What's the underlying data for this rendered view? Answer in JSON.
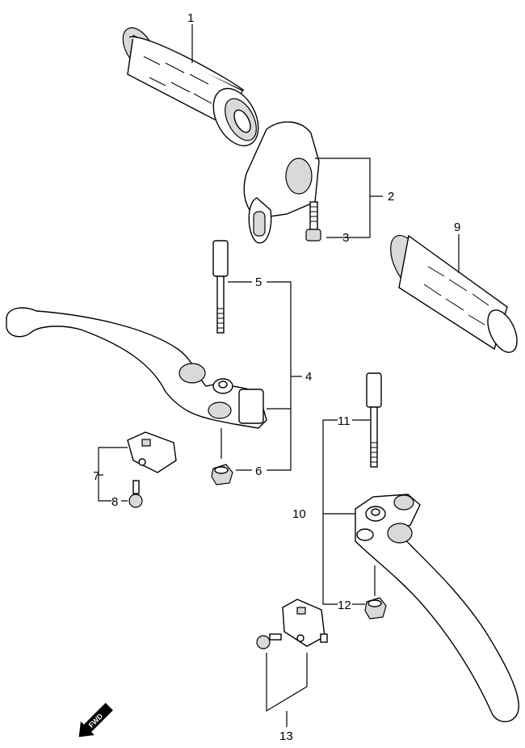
{
  "callouts": {
    "c1": "1",
    "c2": "2",
    "c3": "3",
    "c4": "4",
    "c5": "5",
    "c6": "6",
    "c7": "7",
    "c8": "8",
    "c9": "9",
    "c10": "10",
    "c11": "11",
    "c12": "12",
    "c13": "13"
  },
  "fwd_label": "FWD"
}
